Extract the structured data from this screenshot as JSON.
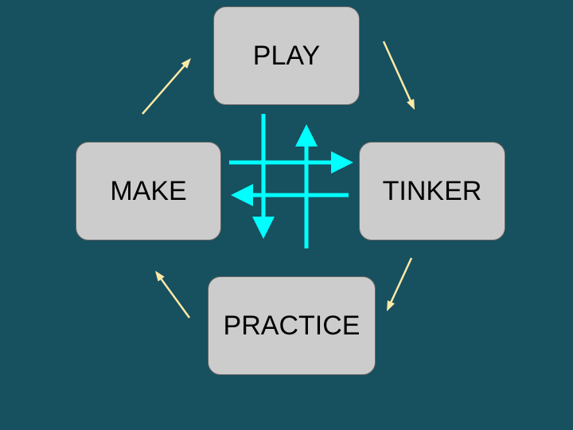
{
  "colors": {
    "background": "#17505e",
    "node_fill": "#cccccc",
    "node_border": "#666666",
    "cycle_arrow": "#fde9a6",
    "cross_arrow": "#00ffff"
  },
  "nodes": {
    "play": "PLAY",
    "tinker": "TINKER",
    "practice": "PRACTICE",
    "make": "MAKE"
  },
  "cycle": [
    "play",
    "tinker",
    "practice",
    "make"
  ]
}
